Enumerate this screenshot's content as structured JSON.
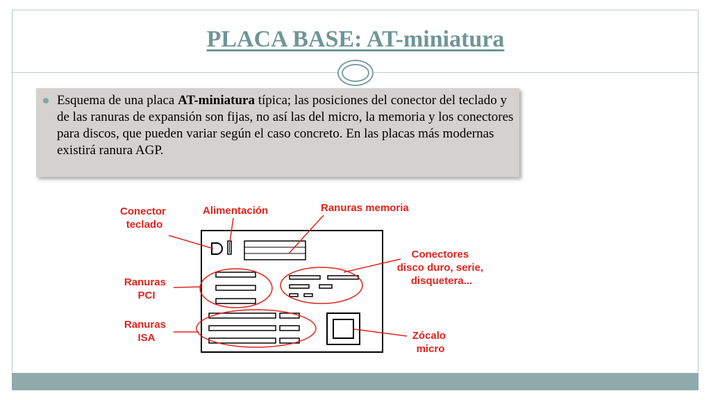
{
  "slide": {
    "title": "PLACA BASE: AT-miniatura",
    "bullet": {
      "prefix": "Esquema de una placa ",
      "bold": "AT-miniatura",
      "suffix": " típica; las posiciones del conector del teclado y de las ranuras de expansión son fijas, no así las del micro, la memoria y los conectores para discos, que pueden variar según el caso concreto. En las placas más modernas existirá ranura AGP."
    }
  },
  "diagram": {
    "labels": {
      "conector_teclado": [
        "Conector",
        "teclado"
      ],
      "alimentacion": [
        "Alimentación"
      ],
      "ranuras_memoria": [
        "Ranuras memoria"
      ],
      "conectores": [
        "Conectores",
        "disco duro, serie,",
        "disquetera..."
      ],
      "ranuras_pci": [
        "Ranuras",
        "PCI"
      ],
      "ranuras_isa": [
        "Ranuras",
        "ISA"
      ],
      "zocalo": [
        "Zócalo",
        "micro"
      ]
    },
    "colors": {
      "label": "#e0231c",
      "lines": "#e0231c",
      "board": "#000000"
    }
  },
  "theme": {
    "accent": "#6f9696",
    "bar": "#8fabab",
    "box": "#d4d1ce"
  }
}
